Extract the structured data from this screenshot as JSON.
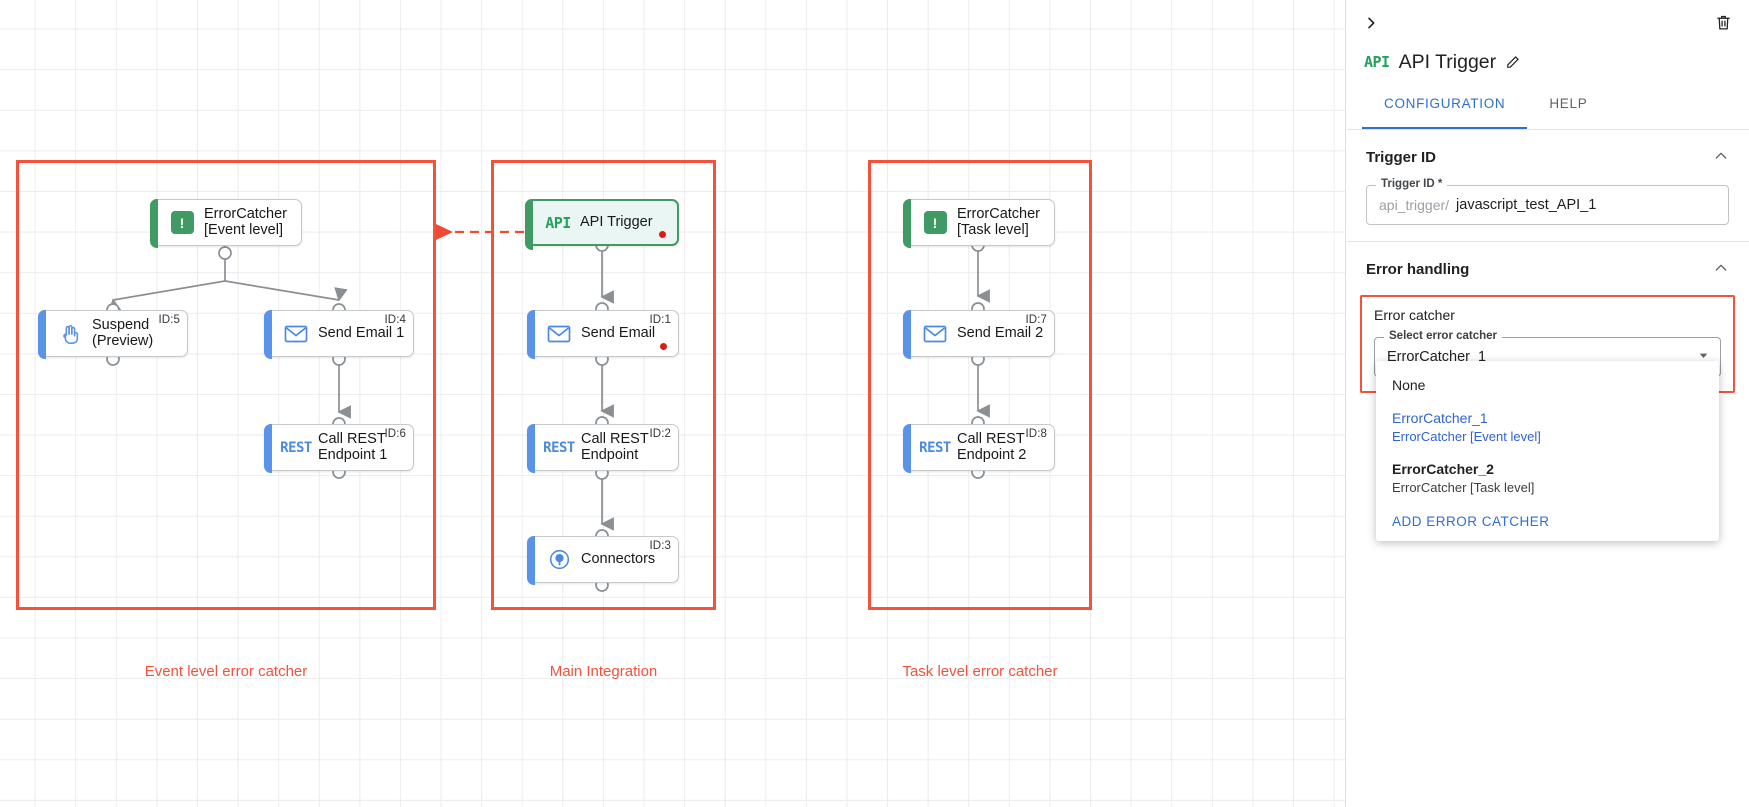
{
  "panel": {
    "collapse_icon": "chevron-right-icon",
    "delete_icon": "trash-icon",
    "node_icon_text": "API",
    "title": "API Trigger",
    "edit_icon": "pencil-icon",
    "tabs": [
      {
        "label": "CONFIGURATION",
        "active": true
      },
      {
        "label": "HELP",
        "active": false
      }
    ],
    "trigger_id_section": {
      "header": "Trigger ID",
      "collapse_chevron": "chevron-up-icon",
      "field_legend": "Trigger ID *",
      "prefix": "api_trigger/",
      "value": "javascript_test_API_1"
    },
    "error_handling_section": {
      "header": "Error handling",
      "collapse_chevron": "chevron-up-icon",
      "error_catcher_label": "Error catcher",
      "select_legend": "Select error catcher",
      "selected_value": "ErrorCatcher_1",
      "dropdown_open": true,
      "options": [
        {
          "primary": "None",
          "secondary": "",
          "selected": false
        },
        {
          "primary": "ErrorCatcher_1",
          "secondary": "ErrorCatcher [Event level]",
          "selected": true
        },
        {
          "primary": "ErrorCatcher_2",
          "secondary": "ErrorCatcher [Task level]",
          "selected": false
        }
      ],
      "add_action": "ADD ERROR CATCHER"
    }
  },
  "canvas": {
    "groups": [
      {
        "label": "Event level error catcher"
      },
      {
        "label": "Main Integration"
      },
      {
        "label": "Task level error catcher"
      }
    ],
    "nodes": {
      "event_catcher": {
        "label": "ErrorCatcher\n[Event level]",
        "icon": "error-catcher-icon",
        "id_badge": ""
      },
      "suspend": {
        "label": "Suspend\n(Preview)",
        "icon": "hand-icon",
        "id_badge": "ID:5"
      },
      "send_email_1": {
        "label": "Send Email 1",
        "icon": "envelope-icon",
        "id_badge": "ID:4"
      },
      "call_rest_1": {
        "label": "Call REST\nEndpoint 1",
        "icon": "rest-icon",
        "id_badge": "ID:6"
      },
      "api_trigger": {
        "label": "API Trigger",
        "icon": "api-icon",
        "id_badge": "",
        "has_error_dot": true
      },
      "send_email": {
        "label": "Send Email",
        "icon": "envelope-icon",
        "id_badge": "ID:1",
        "has_error_dot": true
      },
      "call_rest": {
        "label": "Call REST\nEndpoint",
        "icon": "rest-icon",
        "id_badge": "ID:2"
      },
      "connectors": {
        "label": "Connectors",
        "icon": "connectors-icon",
        "id_badge": "ID:3"
      },
      "task_catcher": {
        "label": "ErrorCatcher\n[Task level]",
        "icon": "error-catcher-icon",
        "id_badge": ""
      },
      "send_email_2": {
        "label": "Send Email 2",
        "icon": "envelope-icon",
        "id_badge": "ID:7"
      },
      "call_rest_2": {
        "label": "Call REST\nEndpoint 2",
        "icon": "rest-icon",
        "id_badge": "ID:8"
      }
    }
  },
  "colors": {
    "accent_blue": "#5b93e8",
    "accent_green": "#3f9a63",
    "error_red": "#f4523b",
    "link_blue": "#2f6fd0",
    "dot_red": "#e01b15"
  }
}
